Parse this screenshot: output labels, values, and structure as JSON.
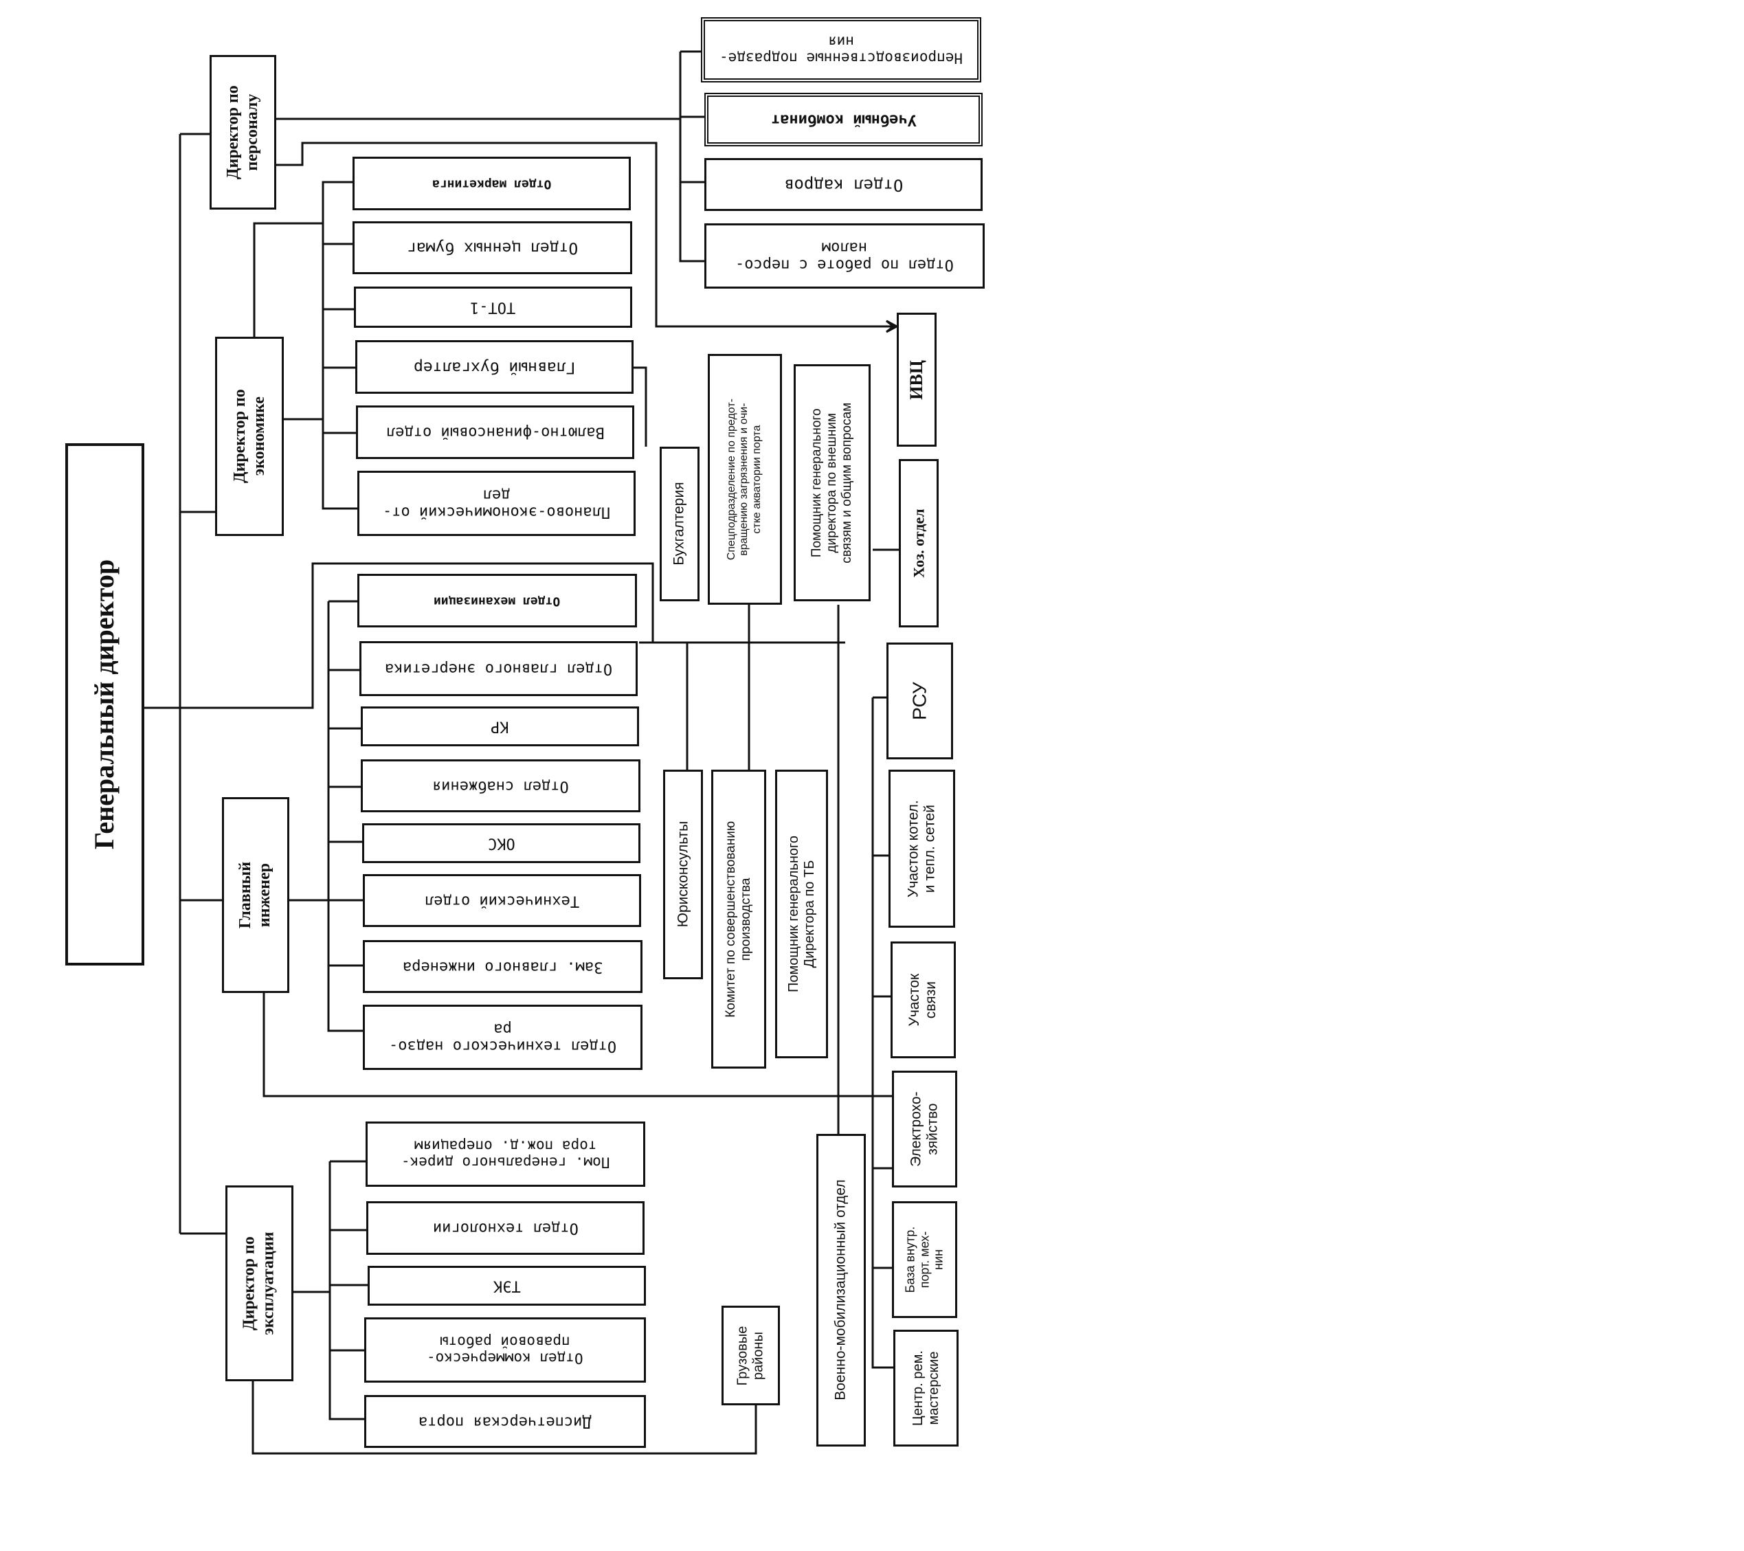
{
  "general_director": "Генеральный директор",
  "directors": {
    "personnel": "Директор по\nперсоналу",
    "economics": "Директор по\nэкономике",
    "chief_engineer": "Главный\nинженер",
    "operations": "Директор по\nэксплуатации"
  },
  "personnel_units": {
    "nonproduction": "Непроизводственные подразде-\nния",
    "training": "Учебный комбинат",
    "hr": "Отдел кадров",
    "staff_work": "Отдел по работе с персо-\nналом"
  },
  "economics_units": {
    "marketing": "Отдел маркетинга",
    "securities": "Отдел ценных бумаг",
    "tot": "ТОТ-1",
    "chief_accountant": "Главный бухгалтер",
    "currency_finance": "Валютно-финансовый отдел",
    "planning": "Планово-экономический от-\nдел",
    "accounting": "Бухгалтерия"
  },
  "engineering_units": {
    "mechanization": "Отдел механизации",
    "chief_energy": "Отдел главного энергетика",
    "kr": "КР",
    "supply": "Отдел снабжения",
    "oks": "ОКС",
    "technical": "Технический отдел",
    "deputy_engineer": "Зам. главного инженера",
    "tech_supervision": "Отдел технического надзо-\nра"
  },
  "operations_units": {
    "fire_assistant": "Пом. генерального дирек-\nтора пож.д. операциям",
    "technology": "Отдел технологии",
    "tek": "ТЭК",
    "commercial_legal": "Отдел коммерческо-\nправовой работы",
    "dispatch": "Диспетчерская порта",
    "cargo_areas": "Грузовые\nрайоны"
  },
  "staff_units": {
    "pollution": "Спецподразделение по предот-\nвращению загрязнения и очи-\nстке акватории порта",
    "assistant_external": "Помощник генерального\nдиректора по внешним\nсвязям и общим вопросам",
    "lawyer": "Юрисконсульты",
    "committee": "Комитет по совершенствованию\nпроизводства",
    "assistant_safety": "Помощник генерального\nДиректора по ТБ",
    "military": "Военно-мобилизационный отдел"
  },
  "right_units": {
    "ivc": "ИВЦ",
    "household": "Хоз. отдел",
    "rsu": "РСУ",
    "boiler": "Участок котел.\nи тепл. сетей",
    "comm": "Участок\nсвязи",
    "electric": "Электрохо-\nзяйство",
    "base": "База внутр.\nпорт. мех-\nнин",
    "workshops": "Центр. рем.\nмастерские"
  }
}
